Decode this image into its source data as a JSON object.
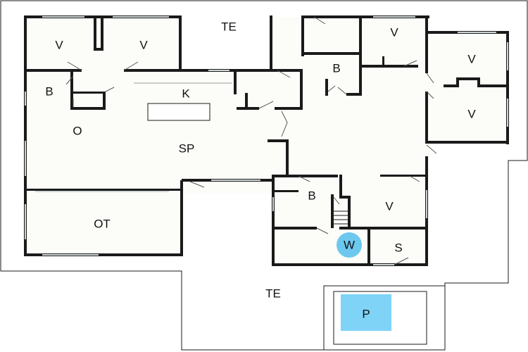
{
  "colors": {
    "background": "#ffffff",
    "floor": "#fcfcf9",
    "wall": "#1a1a1a",
    "pool": "#7fd3f7",
    "washer_badge": "#6cc8ee"
  },
  "rooms": {
    "te_top": "TE",
    "te_bottom": "TE",
    "v1": "V",
    "v2": "V",
    "v3": "V",
    "v4": "V",
    "v5": "V",
    "v6": "V",
    "b1": "B",
    "b2": "B",
    "b3": "B",
    "k": "K",
    "o": "O",
    "sp": "SP",
    "ot": "OT",
    "w": "W",
    "s": "S",
    "p": "P"
  }
}
